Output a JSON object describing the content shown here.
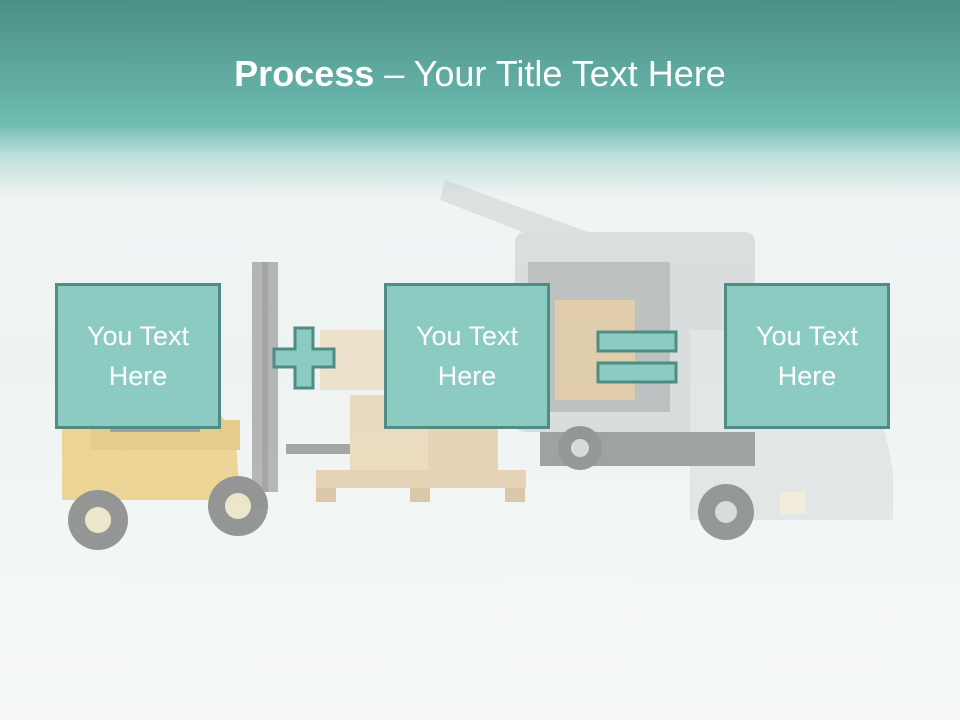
{
  "title": {
    "bold": "Process",
    "dash": " – ",
    "rest": "Your Title Text Here"
  },
  "boxes": [
    {
      "text": "You Text\nHere"
    },
    {
      "text": "You Text\nHere"
    },
    {
      "text": "You Text\nHere"
    }
  ],
  "operators": [
    "plus",
    "equals"
  ],
  "colors": {
    "accent": "#8ccbc2",
    "accent_border": "#4f8c84",
    "header": "#5ea89e",
    "text": "#ffffff"
  }
}
